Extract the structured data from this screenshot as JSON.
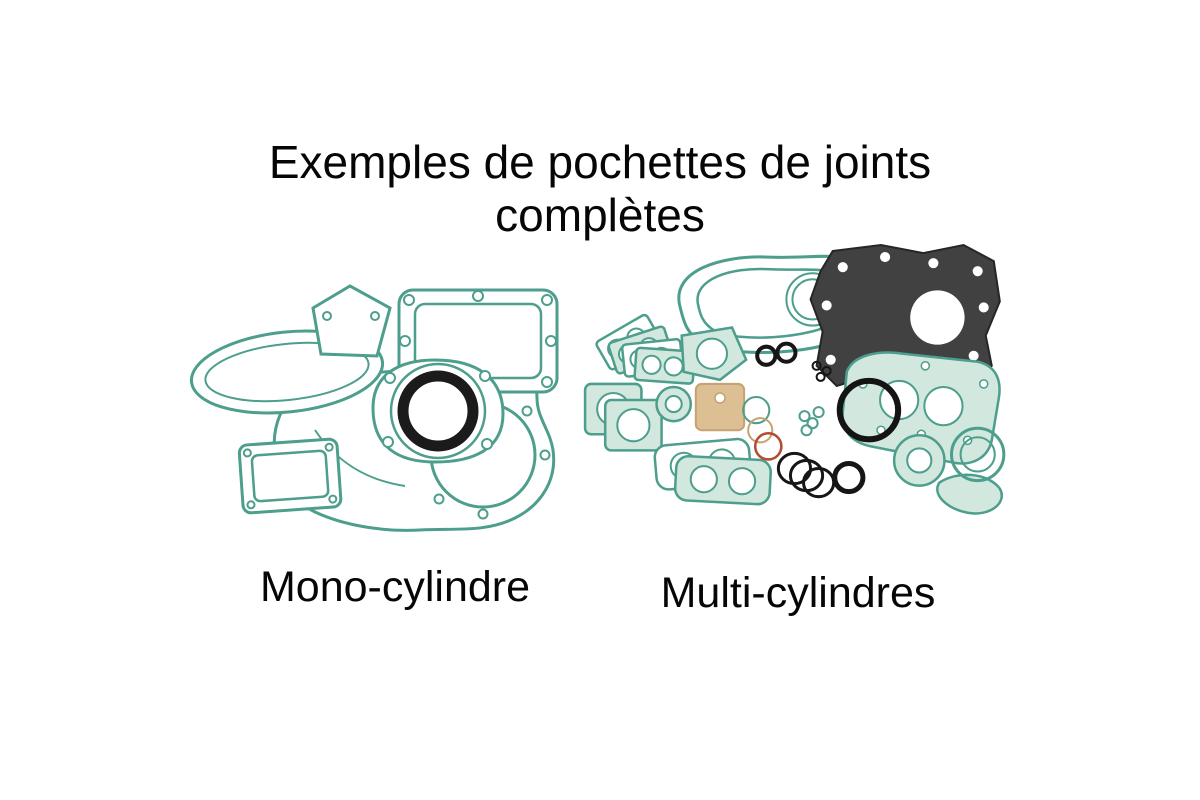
{
  "title": {
    "line1": "Exemples de pochettes de joints",
    "line2": "complètes"
  },
  "captions": {
    "left": "Mono-cylindre",
    "right": "Multi-cylindres"
  },
  "figures": {
    "left": "mono-cylinder-gasket-kit-photo",
    "right": "multi-cylinder-gasket-kit-photo"
  },
  "colors": {
    "background": "#ffffff",
    "text": "#060606",
    "gasket_teal": "#4d9e8c",
    "gasket_teal_light": "#d2e8df",
    "gasket_dark": "#414141",
    "oring_black": "#161616",
    "gasket_beige": "#ddbf94",
    "oring_red": "#b44a31"
  }
}
